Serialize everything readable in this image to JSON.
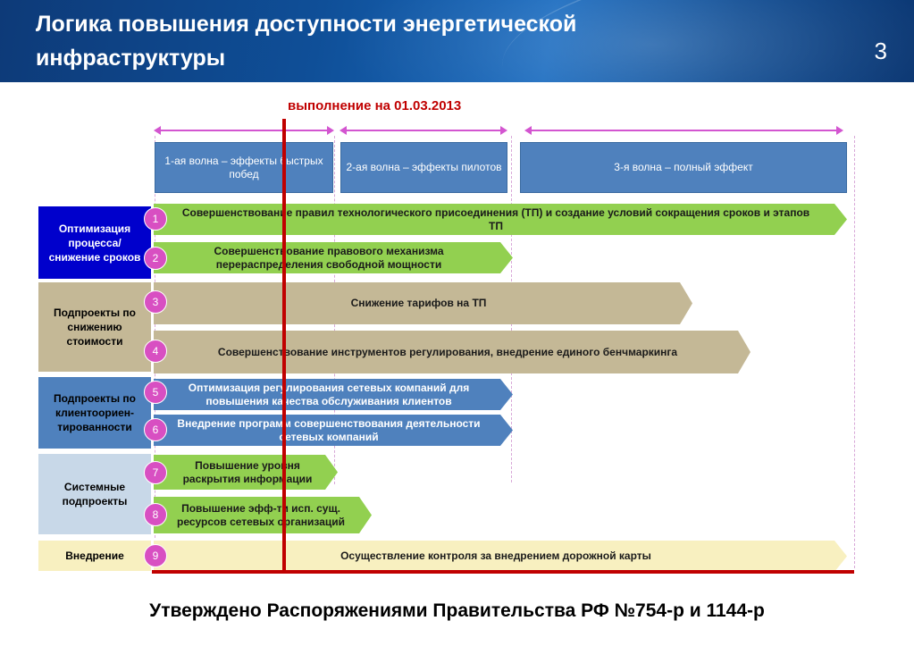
{
  "slide": {
    "title": "Логика повышения доступности энергетической инфраструктуры",
    "page_number": "3",
    "execution_label": "выполнение на 01.03.2013",
    "footer": "Утверждено Распоряжениями Правительства РФ №754-р и 1144-р"
  },
  "waves": [
    {
      "label": "1-ая волна – эффекты быстрых побед"
    },
    {
      "label": "2-ая волна – эффекты пилотов"
    },
    {
      "label": "3-я волна – полный эффект"
    }
  ],
  "categories": [
    {
      "label": "Оптимизация процесса/ снижение сроков",
      "color": "#0000cc"
    },
    {
      "label": "Подпроекты по снижению стоимости",
      "color": "#c4b896"
    },
    {
      "label": "Подпроекты по клиентоориен-тированности",
      "color": "#4f81bd"
    },
    {
      "label": "Системные подпроекты",
      "color": "#c8d8e8"
    },
    {
      "label": "Внедрение",
      "color": "#f8f0c0"
    }
  ],
  "measures": [
    {
      "number": "1",
      "label": "Совершенствование правил технологического присоединения (ТП) и создание условий сокращения сроков и этапов ТП",
      "color": "#92d050"
    },
    {
      "number": "2",
      "label": "Совершенствование правового механизма перераспределения свободной мощности",
      "color": "#92d050"
    },
    {
      "number": "3",
      "label": "Снижение тарифов на ТП",
      "color": "#c4b896"
    },
    {
      "number": "4",
      "label": "Совершенствование инструментов регулирования, внедрение единого бенчмаркинга",
      "color": "#c4b896"
    },
    {
      "number": "5",
      "label": "Оптимизация регулирования сетевых компаний для повышения качества обслуживания клиентов",
      "color": "#4f81bd"
    },
    {
      "number": "6",
      "label": "Внедрение программ совершенствования деятельности сетевых компаний",
      "color": "#4f81bd"
    },
    {
      "number": "7",
      "label": "Повышение уровня раскрытия информации",
      "color": "#92d050"
    },
    {
      "number": "8",
      "label": "Повышение эфф-ти исп. сущ. ресурсов сетевых организаций",
      "color": "#92d050"
    },
    {
      "number": "9",
      "label": "Осуществление контроля за внедрением дорожной карты",
      "color": "#f8f0c0"
    }
  ],
  "colors": {
    "header": "#0f4f98",
    "accent_red": "#c00000",
    "timeline_pink": "#d355d0",
    "number_circle": "#d84fc2"
  }
}
